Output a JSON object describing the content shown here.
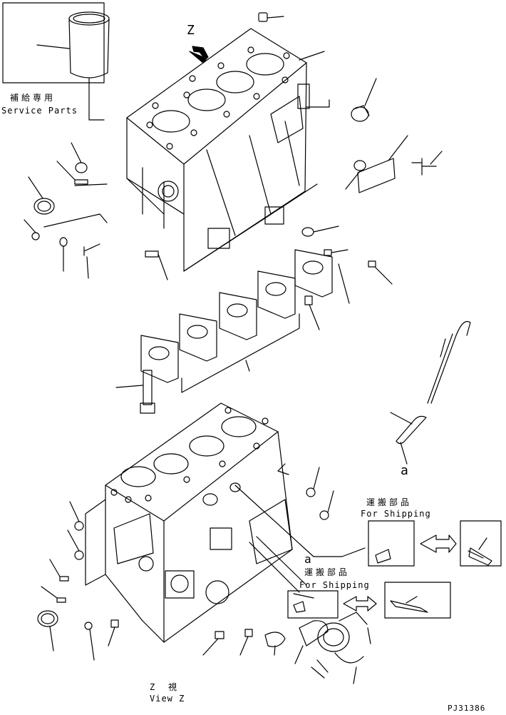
{
  "service_parts": {
    "label_jp": "補給専用",
    "label_en": "Service Parts"
  },
  "view_marker": {
    "letter": "Z"
  },
  "shipping_upper": {
    "label_jp": "運搬部品",
    "label_en": "For Shipping"
  },
  "shipping_lower": {
    "label_jp": "運搬部品",
    "label_en": "For Shipping"
  },
  "dipstick_ref": {
    "letter": "a"
  },
  "shipping_ref": {
    "letter": "a"
  },
  "view_caption": {
    "letter": "Z",
    "label_jp": "視",
    "label_en": "View Z"
  },
  "drawing_code": "PJ31386"
}
